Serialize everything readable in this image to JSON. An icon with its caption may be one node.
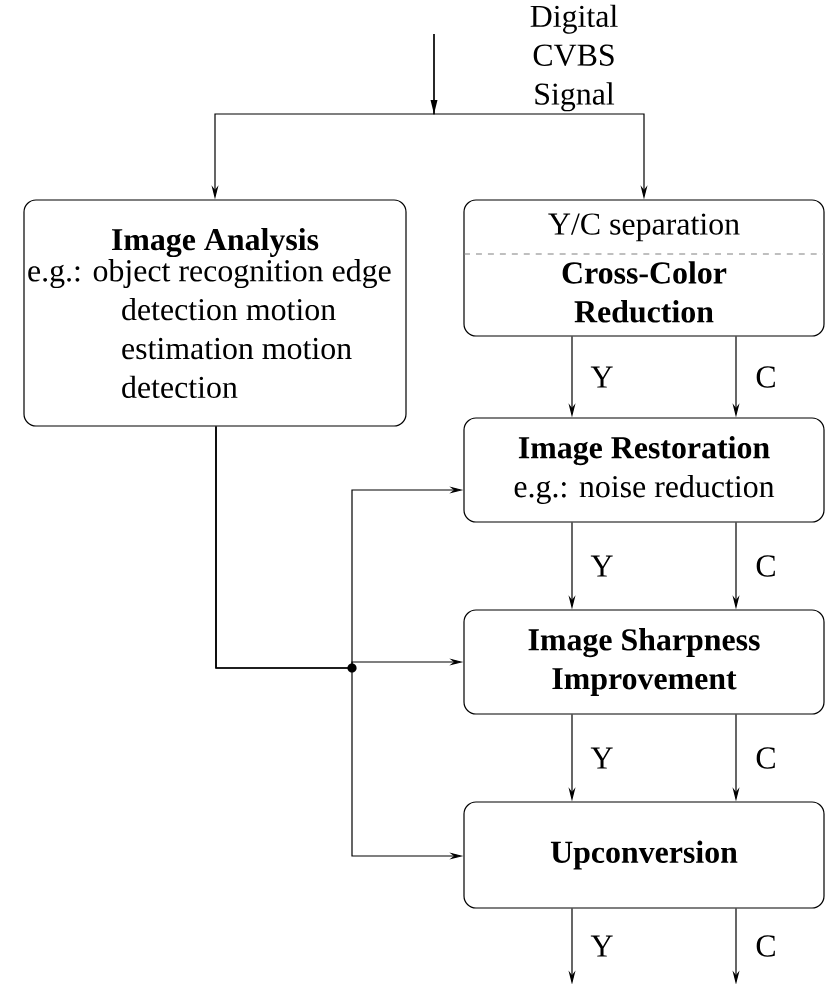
{
  "diagram": {
    "nodes": [
      {
        "text": [
          "Image Analysis",
          "e.g.: object recognition edge detection motion estimation motion detection"
        ]
      },
      {
        "text": [
          "Y/C separation",
          "Cross-Color Reduction"
        ]
      },
      {
        "text": [
          "Image Restoration",
          "e.g.: noise reduction"
        ]
      },
      {
        "text": [
          "Image Sharpness Improvement"
        ]
      },
      {
        "text": [
          "Upconversion"
        ]
      }
    ],
    "edges": [
      {
        "from": null,
        "to": 0,
        "arrow": "to"
      },
      {
        "from": null,
        "to": 1,
        "arrow": "to"
      },
      {
        "from": 1,
        "to": 2,
        "arrow": "to",
        "label": "Y"
      },
      {
        "from": 1,
        "to": 2,
        "arrow": "to",
        "label": "C"
      },
      {
        "from": 2,
        "to": 3,
        "arrow": "to",
        "label": "Y"
      },
      {
        "from": 2,
        "to": 3,
        "arrow": "to",
        "label": "C"
      },
      {
        "from": 3,
        "to": 4,
        "arrow": "to",
        "label": "Y"
      },
      {
        "from": 3,
        "to": 4,
        "arrow": "to",
        "label": "C"
      },
      {
        "from": 4,
        "to": null,
        "arrow": "to",
        "label": "Y"
      },
      {
        "from": 4,
        "to": null,
        "arrow": "to",
        "label": "C"
      },
      {
        "from": 0,
        "to": 2,
        "arrow": "to"
      },
      {
        "from": 0,
        "to": 3,
        "arrow": "to"
      },
      {
        "from": 0,
        "to": 4,
        "arrow": "to"
      }
    ],
    "labels": [
      "Digital CVBS Signal"
    ]
  }
}
